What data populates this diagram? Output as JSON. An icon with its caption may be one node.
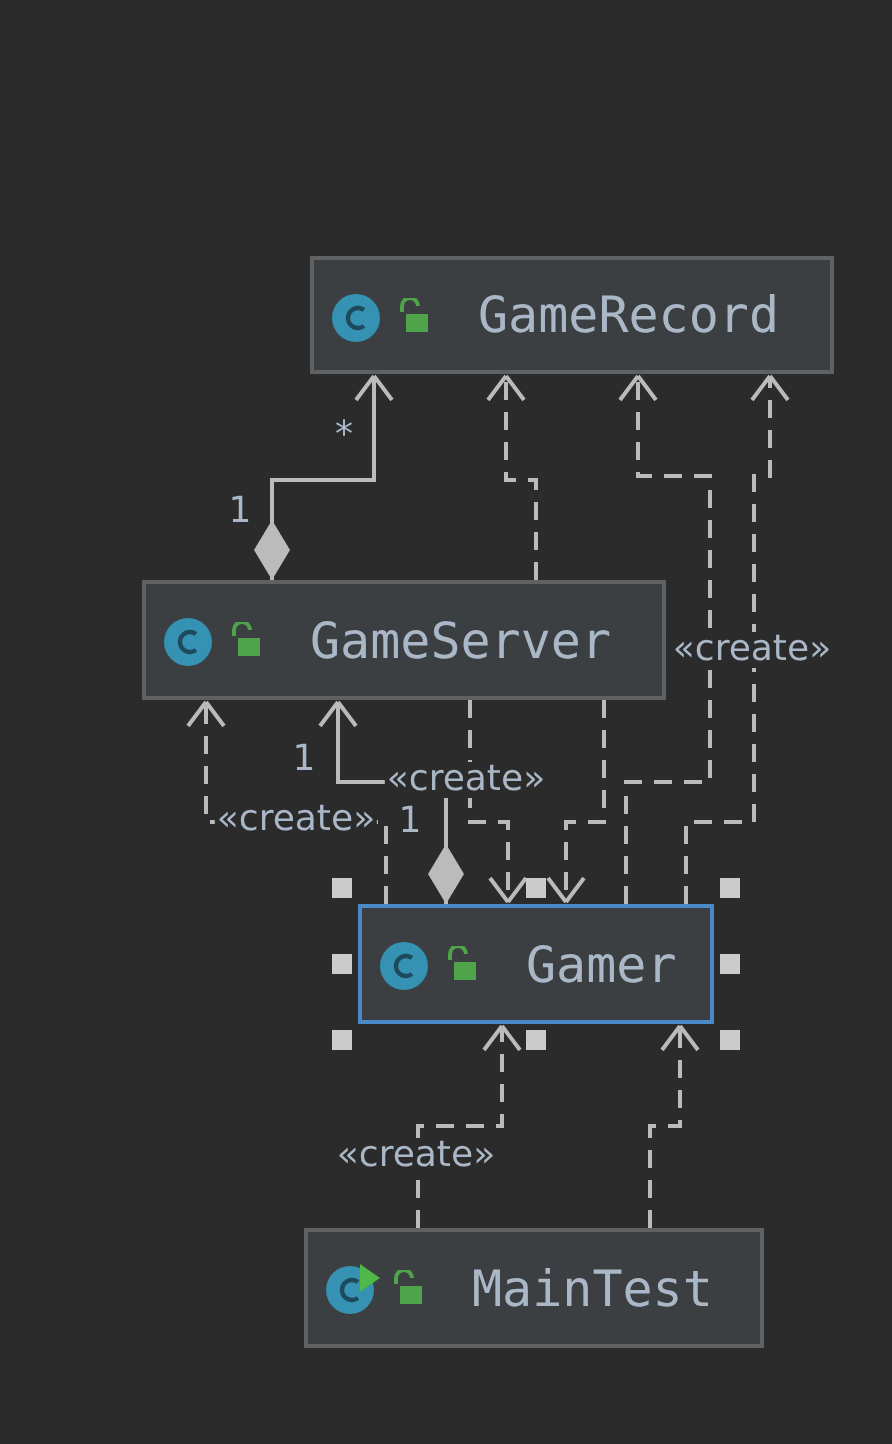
{
  "diagram": {
    "nodes": [
      {
        "text": [
          "GameRecord"
        ]
      },
      {
        "text": [
          "GameServer"
        ]
      },
      {
        "text": [
          "Gamer"
        ]
      },
      {
        "text": [
          "MainTest"
        ]
      }
    ],
    "edges": [
      {
        "from": 1,
        "to": 0,
        "arrow": "to",
        "label": "*"
      },
      {
        "from": 1,
        "to": 0,
        "arrow": "to",
        "style": "dashed"
      },
      {
        "from": 2,
        "to": 0,
        "arrow": "to",
        "style": "dashed"
      },
      {
        "from": 2,
        "to": 0,
        "arrow": "to",
        "style": "dashed",
        "label": "«create»"
      },
      {
        "from": 2,
        "to": 1,
        "arrow": "to",
        "label": "1"
      },
      {
        "from": 2,
        "to": 1,
        "arrow": "to",
        "style": "dashed",
        "label": "«create»"
      },
      {
        "from": 1,
        "to": 2,
        "arrow": "to",
        "style": "dashed",
        "label": "«create»"
      },
      {
        "from": 1,
        "to": 2,
        "arrow": "to",
        "style": "dashed"
      },
      {
        "from": 3,
        "to": 2,
        "arrow": "to",
        "style": "dashed",
        "label": "«create»"
      },
      {
        "from": 3,
        "to": 2,
        "arrow": "to",
        "style": "dashed"
      }
    ],
    "labels": [
      "1",
      "1"
    ]
  }
}
